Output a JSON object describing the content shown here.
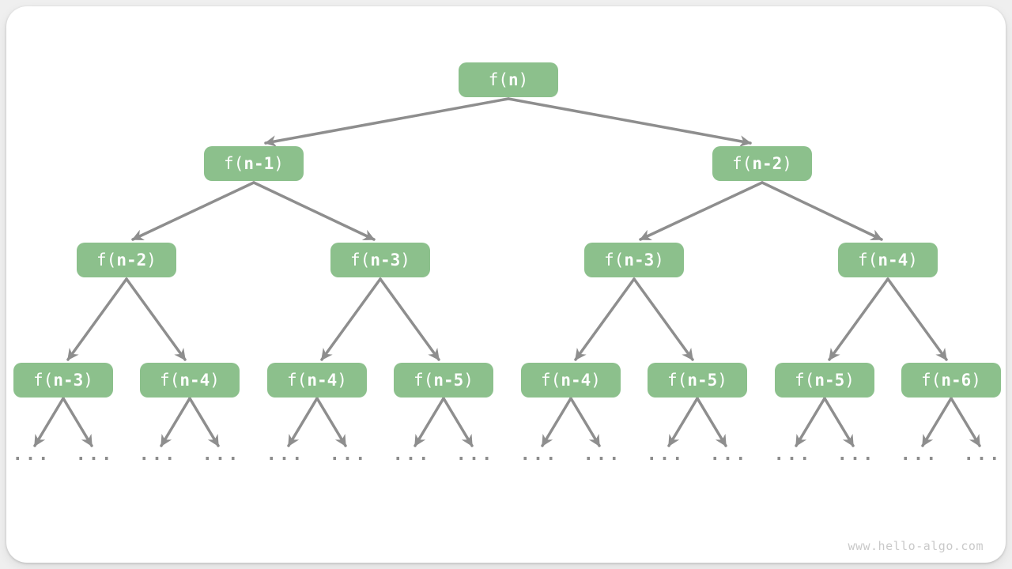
{
  "tree": {
    "levels": [
      [
        {
          "prefix": "f(",
          "arg": "n",
          "suffix": ")"
        }
      ],
      [
        {
          "prefix": "f(",
          "arg": "n-1",
          "suffix": ")"
        },
        {
          "prefix": "f(",
          "arg": "n-2",
          "suffix": ")"
        }
      ],
      [
        {
          "prefix": "f(",
          "arg": "n-2",
          "suffix": ")"
        },
        {
          "prefix": "f(",
          "arg": "n-3",
          "suffix": ")"
        },
        {
          "prefix": "f(",
          "arg": "n-3",
          "suffix": ")"
        },
        {
          "prefix": "f(",
          "arg": "n-4",
          "suffix": ")"
        }
      ],
      [
        {
          "prefix": "f(",
          "arg": "n-3",
          "suffix": ")"
        },
        {
          "prefix": "f(",
          "arg": "n-4",
          "suffix": ")"
        },
        {
          "prefix": "f(",
          "arg": "n-4",
          "suffix": ")"
        },
        {
          "prefix": "f(",
          "arg": "n-5",
          "suffix": ")"
        },
        {
          "prefix": "f(",
          "arg": "n-4",
          "suffix": ")"
        },
        {
          "prefix": "f(",
          "arg": "n-5",
          "suffix": ")"
        },
        {
          "prefix": "f(",
          "arg": "n-5",
          "suffix": ")"
        },
        {
          "prefix": "f(",
          "arg": "n-6",
          "suffix": ")"
        }
      ]
    ],
    "ellipsis_label": "..."
  },
  "watermark": "www.hello-algo.com",
  "colors": {
    "page_bg": "#efefef",
    "card_bg": "#ffffff",
    "node_green": "#8cc08c",
    "node_text": "#ffffff",
    "edge_gray": "#8e8e8e",
    "dots_gray": "#8d8d8d",
    "watermark_gray": "#c9c9c9"
  }
}
